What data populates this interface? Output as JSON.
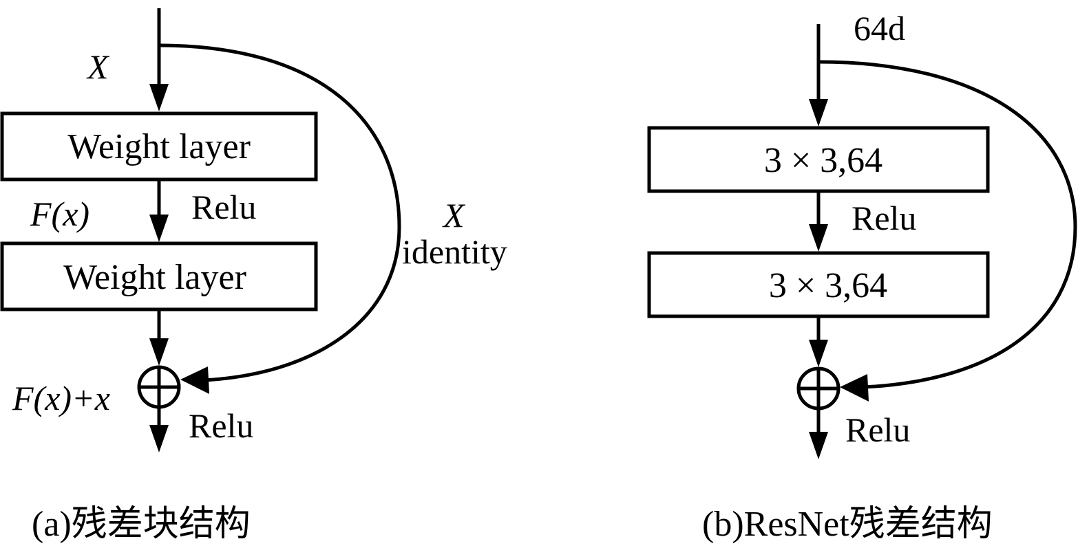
{
  "panel_a": {
    "input_label": "X",
    "layer1_label": "Weight layer",
    "mid_label": "F(x)",
    "relu1_label": "Relu",
    "layer2_label": "Weight layer",
    "shortcut_label": "X",
    "shortcut_sub_label": "identity",
    "sum_label": "F(x)+x",
    "relu2_label": "Relu",
    "caption": "(a)残差块结构"
  },
  "panel_b": {
    "input_label": "64d",
    "layer1_label": "3 × 3,64",
    "relu1_label": "Relu",
    "layer2_label": "3 × 3,64",
    "relu2_label": "Relu",
    "caption": "(b)ResNet残差结构"
  },
  "colors": {
    "stroke": "#000000",
    "background": "#ffffff"
  },
  "icons": {
    "sum_node": "circle-plus-icon",
    "arrow": "arrow-down-icon"
  }
}
